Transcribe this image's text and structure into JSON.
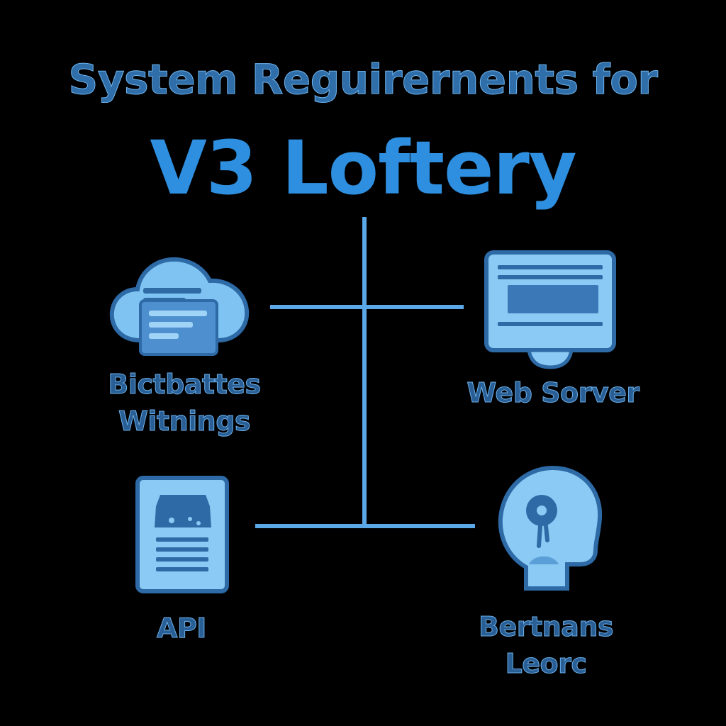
{
  "title_line1": "System Reguirernents for",
  "title_line2": "V3 Loftery",
  "nodes": {
    "top_left": {
      "line1": "Bictbattes",
      "line2": "Witnings",
      "icon": "cloud-document-icon"
    },
    "top_right": {
      "label": "Web Sorver",
      "icon": "monitor-icon"
    },
    "bottom_left": {
      "label": "API",
      "icon": "document-icon"
    },
    "bottom_right": {
      "line1": "Bertnans",
      "line2": "Leorc",
      "icon": "head-profile-icon"
    }
  },
  "colors": {
    "background": "#000000",
    "accent": "#2e8fe0",
    "line": "#5aa8e8",
    "icon_fill": "#7ec3f2",
    "icon_dark": "#2d6aa6"
  }
}
